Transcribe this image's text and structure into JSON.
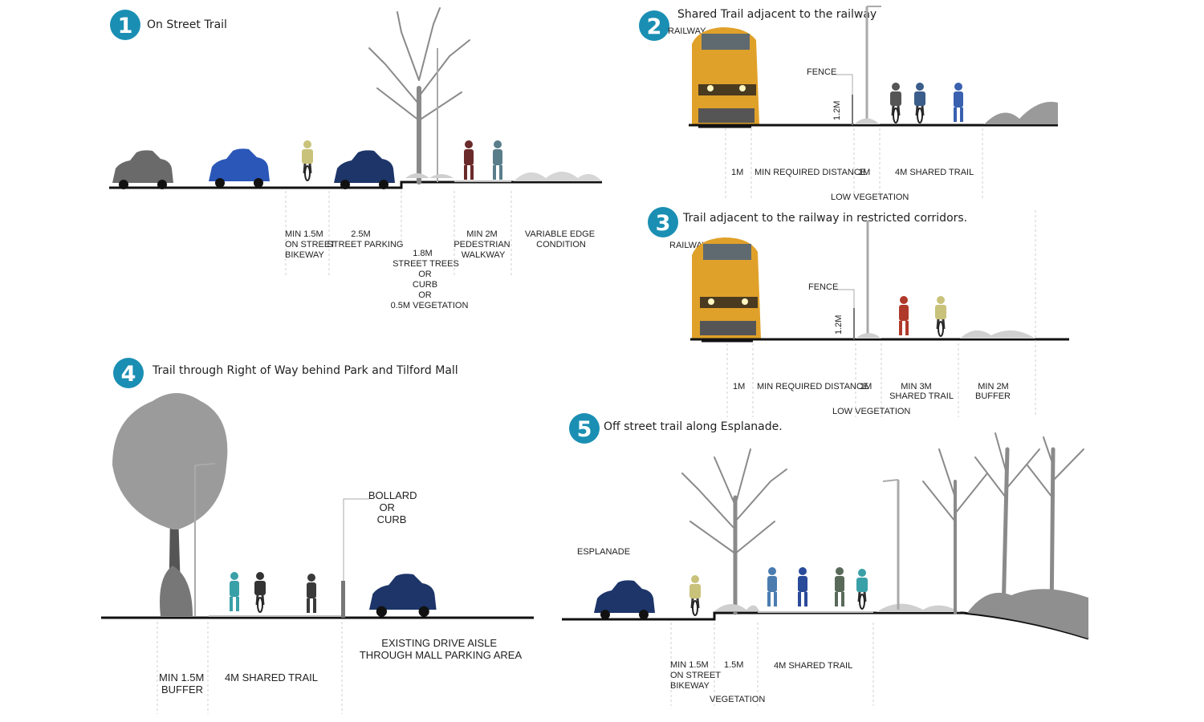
{
  "sections": [
    {
      "number": "1",
      "title": "On Street Trail",
      "labels": [
        {
          "id": "bikeway",
          "lines": [
            "MIN 1.5M",
            "ON STREET",
            "BIKEWAY"
          ]
        },
        {
          "id": "parking",
          "lines": [
            "2.5M",
            "STREET PARKING"
          ]
        },
        {
          "id": "trees",
          "lines": [
            "1.8M",
            "STREET TREES",
            "OR",
            "CURB",
            "OR",
            "0.5M VEGETATION"
          ]
        },
        {
          "id": "walkway",
          "lines": [
            "MIN 2M",
            "PEDESTRIAN",
            "WALKWAY"
          ]
        },
        {
          "id": "edge",
          "lines": [
            "VARIABLE EDGE",
            "CONDITION"
          ]
        }
      ]
    },
    {
      "number": "2",
      "title": "Shared Trail adjacent to the railway",
      "railway_label": "RAILWAY",
      "fence_label": "FENCE",
      "fence_height": "1.2M",
      "labels": [
        {
          "id": "1m-a",
          "lines": [
            "1M"
          ]
        },
        {
          "id": "distance",
          "lines": [
            "MIN REQUIRED DISTANCE"
          ]
        },
        {
          "id": "1m-b",
          "lines": [
            "1M"
          ]
        },
        {
          "id": "trail",
          "lines": [
            "4M SHARED TRAIL"
          ]
        },
        {
          "id": "lowveg",
          "lines": [
            "LOW VEGETATION"
          ]
        }
      ]
    },
    {
      "number": "3",
      "title": "Trail adjacent to the railway in restricted corridors.",
      "railway_label": "RAILWAY",
      "fence_label": "FENCE",
      "fence_height": "1.2M",
      "labels": [
        {
          "id": "1m-a",
          "lines": [
            "1M"
          ]
        },
        {
          "id": "distance",
          "lines": [
            "MIN REQUIRED DISTANCE"
          ]
        },
        {
          "id": "1m-b",
          "lines": [
            "1M"
          ]
        },
        {
          "id": "trail",
          "lines": [
            "MIN 3M",
            "SHARED TRAIL"
          ]
        },
        {
          "id": "buffer",
          "lines": [
            "MIN 2M",
            "BUFFER"
          ]
        },
        {
          "id": "lowveg",
          "lines": [
            "LOW VEGETATION"
          ]
        }
      ]
    },
    {
      "number": "4",
      "title": "Trail through Right of Way behind Park and Tilford Mall",
      "bollard_label": [
        "BOLLARD",
        "OR",
        "CURB"
      ],
      "labels": [
        {
          "id": "buffer",
          "lines": [
            "MIN 1.5M",
            "BUFFER"
          ]
        },
        {
          "id": "trail",
          "lines": [
            "4M SHARED TRAIL"
          ]
        },
        {
          "id": "aisle",
          "lines": [
            "EXISTING DRIVE AISLE",
            "THROUGH MALL PARKING AREA"
          ]
        }
      ]
    },
    {
      "number": "5",
      "title": "Off street trail along Esplanade.",
      "esplanade_label": "ESPLANADE",
      "labels": [
        {
          "id": "bikeway",
          "lines": [
            "MIN 1.5M",
            "ON STREET",
            "BIKEWAY"
          ]
        },
        {
          "id": "veg",
          "lines": [
            "1.5M"
          ]
        },
        {
          "id": "trail",
          "lines": [
            "4M SHARED TRAIL"
          ]
        },
        {
          "id": "vegetation",
          "lines": [
            "VEGETATION"
          ]
        }
      ]
    }
  ],
  "colors": {
    "badge": "#1a8fb3",
    "car_blue": "#1d3569",
    "car_bright_blue": "#2a57b8",
    "car_grey": "#6a6a6a",
    "train_yellow": "#e0a12a",
    "tree_grey": "#8a8a8a"
  }
}
